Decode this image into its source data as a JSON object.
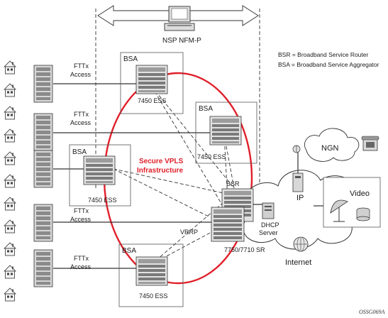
{
  "nms": {
    "label": "NSP NFM-P"
  },
  "legend": {
    "bsr": "BSR = Broadband Service Router",
    "bsa": "BSA = Broadband Service Aggregator"
  },
  "access": [
    {
      "line1": "FTTx",
      "line2": "Access"
    },
    {
      "line1": "FTTx",
      "line2": "Access"
    },
    {
      "line1": "FTTx",
      "line2": "Access"
    },
    {
      "line1": "FTTx",
      "line2": "Access"
    }
  ],
  "bsa_nodes": [
    {
      "title": "BSA",
      "model": "7450 ESS"
    },
    {
      "title": "BSA",
      "model": "7450 ESS"
    },
    {
      "title": "BSA",
      "model": "7450 ESS"
    },
    {
      "title": "BSA",
      "model": "7450 ESS"
    }
  ],
  "vpls": {
    "line1": "Secure VPLS",
    "line2": "Infrastructure"
  },
  "bsr": {
    "label": "BSR",
    "model": "7750/7710 SR"
  },
  "vrrp": "VRRP",
  "dhcp": {
    "line1": "DHCP",
    "line2": "Server"
  },
  "cloud": {
    "ip": "IP",
    "internet": "Internet",
    "ngn": "NGN"
  },
  "video": "Video",
  "figure_id": "OSSG069A"
}
